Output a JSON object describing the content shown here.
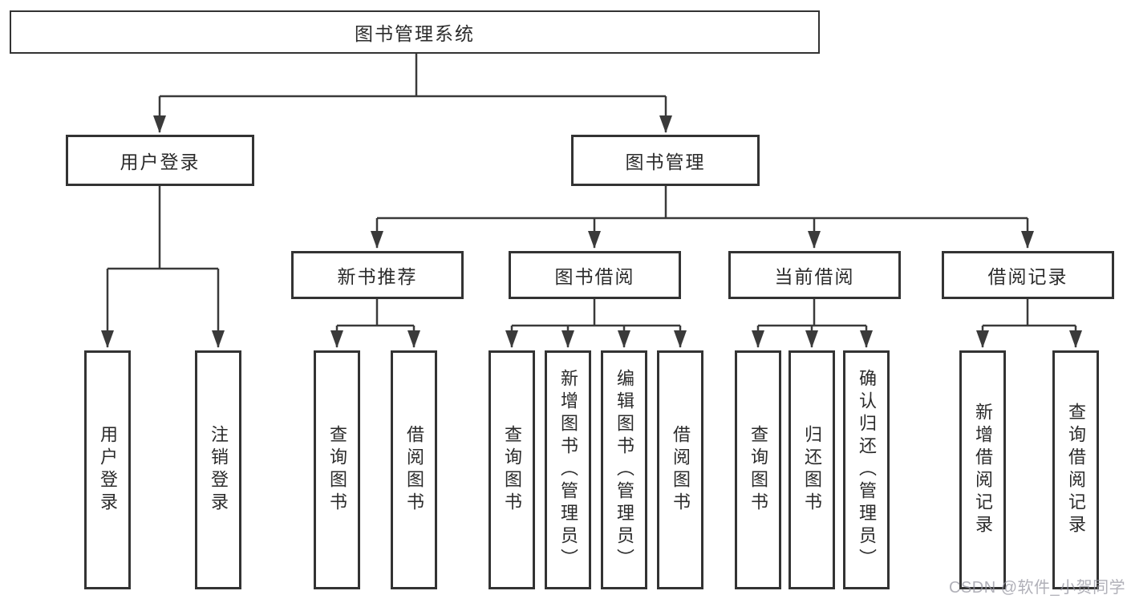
{
  "root": {
    "label": "图书管理系统"
  },
  "branches": [
    {
      "label": "用户登录"
    },
    {
      "label": "图书管理"
    }
  ],
  "modules": [
    {
      "label": "新书推荐"
    },
    {
      "label": "图书借阅"
    },
    {
      "label": "当前借阅"
    },
    {
      "label": "借阅记录"
    }
  ],
  "leaves": [
    {
      "label": "用户登录"
    },
    {
      "label": "注销登录"
    },
    {
      "label": "查询图书"
    },
    {
      "label": "借阅图书"
    },
    {
      "label": "查询图书"
    },
    {
      "label": "新增图书（管理员）"
    },
    {
      "label": "编辑图书（管理员）"
    },
    {
      "label": "借阅图书"
    },
    {
      "label": "查询图书"
    },
    {
      "label": "归还图书"
    },
    {
      "label": "确认归还（管理员）"
    },
    {
      "label": "新增借阅记录"
    },
    {
      "label": "查询借阅记录"
    }
  ],
  "watermark": "CSDN @软件_小贺同学",
  "colors": {
    "line": "#3a3a3a",
    "border": "#333333",
    "text": "#2b2b2b",
    "watermark": "#9696a0",
    "background": "#ffffff"
  }
}
